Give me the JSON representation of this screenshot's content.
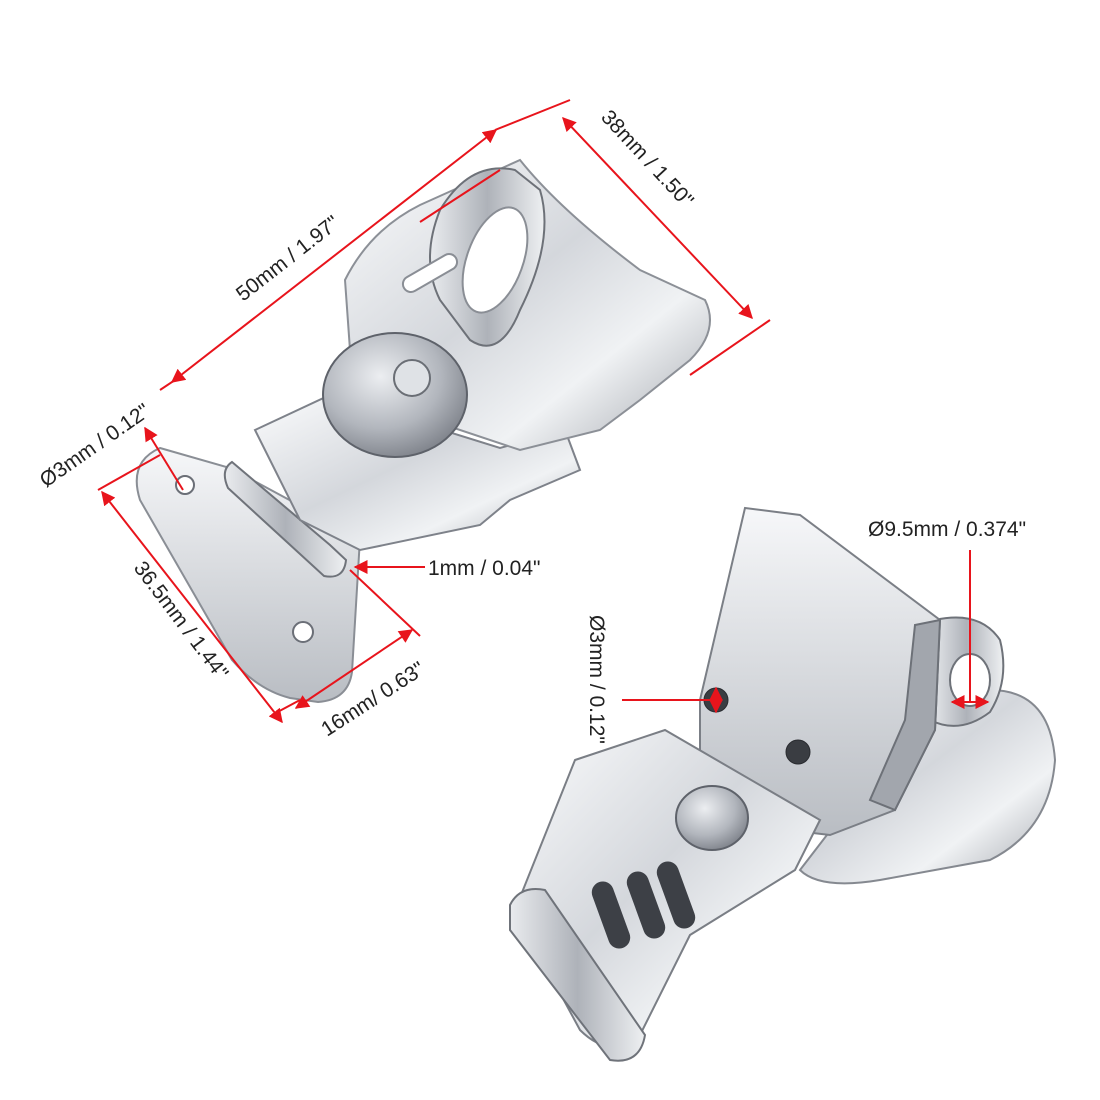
{
  "image": {
    "subject": "stainless toggle latch hardware",
    "accent_color": "#e8141c",
    "text_color": "#222222",
    "background": "#ffffff",
    "metal_colors": [
      "#f4f5f7",
      "#c9ccd2",
      "#8d9199",
      "#5a5e66"
    ]
  },
  "dimensions": {
    "length": "50mm / 1.97\"",
    "width": "38mm / 1.50\"",
    "hole_left": "Ø3mm / 0.12\"",
    "plate_length": "36.5mm / 1.44\"",
    "thickness": "1mm / 0.04\"",
    "plate_width": "16mm/ 0.63\"",
    "eye_hole": "Ø9.5mm / 0.374\"",
    "hole_right": "Ø3mm / 0.12\""
  }
}
